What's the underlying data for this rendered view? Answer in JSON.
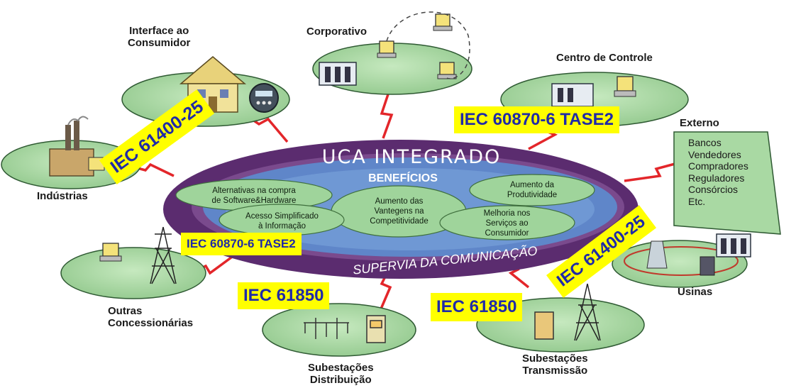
{
  "colors": {
    "node_fill": "#a9d9a3",
    "node_stroke": "#2f5a33",
    "ring_outer": "#5b2c6f",
    "ring_inner": "#5f86c9",
    "bubble_fill": "#9fd49b",
    "link": "#e3262a",
    "label_bg": "#ffff00",
    "label_text": "#1f2aa8"
  },
  "center": {
    "title": "UCA INTEGRADO",
    "subtitle": "BENEFÍCIOS",
    "bottom": "SUPERVIA DA COMUNICAÇÃO",
    "benefits": [
      "Alternativas na compra\nde Software&Hardware",
      "Aumento das\nVantegens na\nCompetitividade",
      "Aumento da\nProdutividade",
      "Acesso Simplificado\nà Informação",
      "Melhoria nos\nServiços ao\nConsumidor"
    ]
  },
  "nodes": {
    "interface": "Interface ao\nConsumidor",
    "corporativo": "Corporativo",
    "centro": "Centro de Controle",
    "externo": "Externo",
    "industrias": "Indústrias",
    "outras": "Outras\nConcessionárias",
    "distribuicao": "Subestações\nDistribuição",
    "transmissao": "Subestações\nTransmissão",
    "usinas": "Usinas"
  },
  "externo_items": [
    "Bancos",
    "Vendedores",
    "Compradores",
    "Reguladores",
    "Consórcios",
    "Etc."
  ],
  "standards": {
    "tase2_top": "IEC 60870-6 TASE2",
    "tase2_left": "IEC 60870-6 TASE2",
    "iec61400_left": "IEC 61400-25",
    "iec61400_right": "IEC 61400-25",
    "iec61850_left": "IEC 61850",
    "iec61850_right": "IEC 61850"
  }
}
